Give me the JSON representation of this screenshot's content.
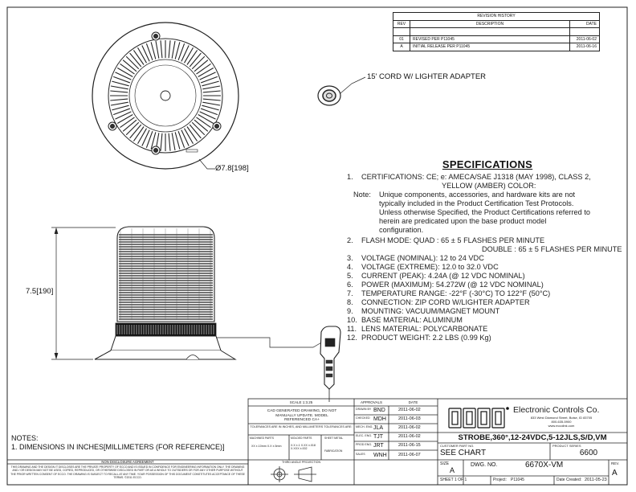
{
  "revision_history": {
    "title": "REVISION HISTORY",
    "headers": [
      "REV",
      "DESCRIPTION",
      "DATE"
    ],
    "rows": [
      {
        "rev": "01",
        "description": "REVISED PER P11045",
        "date": "2011-06-02"
      },
      {
        "rev": "A",
        "description": "INITIAL RELEASE PER P11045",
        "date": "2011-06-16"
      }
    ]
  },
  "callouts": {
    "cord": "15' CORD W/ LIGHTER ADAPTER",
    "diameter": "Ø7.8[198]",
    "height": "7.5[190]"
  },
  "specifications": {
    "title": "SPECIFICATIONS",
    "cert": {
      "num": "1.",
      "text": "CERTIFICATIONS:  CE; e: AMECA/SAE J1318 (MAY 1998), CLASS 2,",
      "cont": "YELLOW (AMBER) COLOR:"
    },
    "note": {
      "label": "Note:",
      "lines": [
        "Unique components, accessories, and hardware kits are not",
        "typically included in the Product Certification Test Protocols.",
        "Unless otherwise Specified, the Product Certifications referred to",
        "herein are predicated upon the base product model",
        "configuration."
      ]
    },
    "flash": {
      "num": "2.",
      "text": "FLASH MODE: QUAD : 65 ± 5 FLASHES PER MINUTE",
      "cont": "DOUBLE : 65 ± 5 FLASHES PER MINUTE"
    },
    "items": [
      {
        "num": "3.",
        "text": "VOLTAGE (NOMINAL): 12 to 24 VDC"
      },
      {
        "num": "4.",
        "text": "VOLTAGE (EXTREME): 12.0 to 32.0 VDC"
      },
      {
        "num": "5.",
        "text": "CURRENT (PEAK): 4.24A (@ 12 VDC NOMINAL)"
      },
      {
        "num": "6.",
        "text": "POWER (MAXIMUM): 54.272W (@ 12 VDC NOMINAL)"
      },
      {
        "num": "7.",
        "text": "TEMPERATURE RANGE: -22°F (-30°C) TO 122°F (50°C)"
      },
      {
        "num": "8.",
        "text": "CONNECTION: ZIP CORD W/LIGHTER ADAPTER"
      },
      {
        "num": "9.",
        "text": "MOUNTING: VACUUM/MAGNET MOUNT"
      },
      {
        "num": "10.",
        "text": "BASE MATERIAL: ALUMINUM"
      },
      {
        "num": "11.",
        "text": "LENS MATERIAL: POLYCARBONATE"
      },
      {
        "num": "12.",
        "text": "PRODUCT WEIGHT: 2.2 LBS (0.99 Kg)"
      }
    ]
  },
  "notes": {
    "title": "NOTES:",
    "item": "1. DIMENSIONS IN INCHES[MILLIMETERS (FOR REFERENCE)]"
  },
  "disclosure": {
    "title": "NON DISCLOSURE AGREEMENT",
    "text": "THIS DRAWING AND THE DESIGN IT DISCLOSES ARE THE PRIVATE PROPERTY OF ECCO AND IS ISSUED IN CONFIDENCE FOR ENGINEERING INFORMATION ONLY. THE DRAWING AND / OR DESIGN MAY NOT BE USED, COPIED, REPRODUCED, OR OTHERWISE DISCLOSED IN PART OR AS A WHOLE TO OUTSIDERS OR FOR ANY OTHER PURPOSE WITHOUT THE PRIOR WRITTEN CONSENT OF ECCO. THE DRAWING IS SUBJECT TO RECALL AT ANY TIME. YOUR POSSESSION OF THIS DOCUMENT CONSTITUTES ACCEPTANCE OF THESE TERMS. ©2011 ECCO."
  },
  "title_block": {
    "scale": "SCALE 1:3.25",
    "cad_note": "CAD GENERATED DRAWING, DO NOT MANUALLY UPDATE. MODEL REFERENCED CA+",
    "tolerances": "TOLERANCES ARE IN INCHES, AND MILLIMETERS TOLERANCES ARE:",
    "tol_headers": [
      "MACHINED PARTS",
      "MOLDED PARTS",
      "SHEET METAL",
      "FABRICATION"
    ],
    "tol_values": [
      "XX  ±.10mm   X.X ±.5mm",
      "X.X ±.1   X.XX ±.018   X.XXX ±.002"
    ],
    "projection": "THIRD ANGLE PROJECTION",
    "approvals_header": "APPROVALS",
    "date_header": "DATE",
    "approvals": [
      {
        "role": "DRAWN BY",
        "name": "BND",
        "date": "2011-06-02"
      },
      {
        "role": "CHECKED",
        "name": "MDH",
        "date": "2011-06-03"
      },
      {
        "role": "MECH. ENG.",
        "name": "JLA",
        "date": "2011-06-02"
      },
      {
        "role": "ELEC. ENG.",
        "name": "TJT",
        "date": "2011-06-02"
      },
      {
        "role": "PROD ENG.",
        "name": "JRT",
        "date": "2011-06-15"
      },
      {
        "role": "SALES",
        "name": "WNH",
        "date": "2011-06-07"
      }
    ],
    "logo": "ECCO",
    "company": "Electronic Controls Co.",
    "address": "833 West Diamond Street, Boise, ID 83705",
    "phone": "800-635-5900",
    "web": "www.eccolink.com",
    "title": "STROBE,360°,12-24VDC,5-12JLS,S/D,VM",
    "customer_part_label": "CUSTOMER PART NO.",
    "customer_part": "SEE CHART",
    "product_series_label": "PRODUCT SERIES",
    "product_series": "6600",
    "size_label": "SIZE",
    "size": "A",
    "dwg_label": "DWG. NO.",
    "dwg_no": "6670X-VM",
    "rev_label": "REV.",
    "rev": "A",
    "sheet": "SHEET 1 OF 1",
    "project_label": "Project:",
    "project": "P11045",
    "date_created_label": "Date Created:",
    "date_created": "2011-05-23"
  }
}
